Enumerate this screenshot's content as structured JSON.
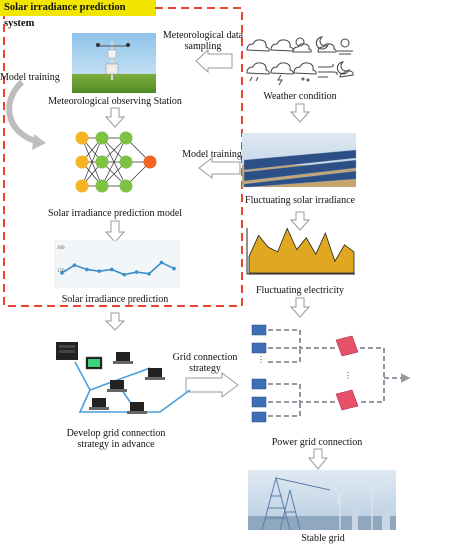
{
  "system_title": "Solar irradiance prediction system",
  "labels": {
    "meteorological_data_sampling": "Meteorological data\nsampling",
    "model_training_left": "Model training",
    "meteorological_station": "Meteorological observing Station",
    "weather_condition": "Weather condition",
    "model_training_mid": "Model training",
    "prediction_model": "Solar irradiance prediction model",
    "fluctuating_irradiance": "Fluctuating solar irradiance",
    "fluctuating_electricity": "Fluctuating electricity",
    "irradiance_prediction": "Solar irradiance prediction",
    "grid_connection_strategy": "Grid connection\nstrategy",
    "develop_strategy": "Develop grid connection\nstrategy in advance",
    "power_grid_connection": "Power grid connection",
    "stable_grid": "Stable grid"
  },
  "prediction_chart": {
    "y_ticks": [
      "300",
      "150"
    ],
    "values": [
      150,
      195,
      170,
      160,
      170,
      140,
      155,
      145,
      210,
      175
    ]
  },
  "electricity_chart": {
    "values": [
      0.35,
      0.8,
      0.55,
      0.45,
      0.95,
      0.5,
      0.75,
      0.4,
      0.85,
      0.25,
      0.6,
      0.45
    ]
  },
  "colors": {
    "title_bg": "#f2e600",
    "dashed_frame": "#e8452c",
    "neural_input": "#f5b324",
    "neural_hidden": "#7dc242",
    "neural_output": "#f26522",
    "prediction_line": "#3a8fc8",
    "electricity_fill": "#e0a820",
    "inverter": "#e8506a",
    "panel": "#3f6fb5",
    "grid_line": "#5a5a6a"
  },
  "icons": [
    "cloud-icon",
    "sun-cloud-icon",
    "moon-cloud-icon",
    "sun-haze-icon",
    "rain-icon",
    "thunder-icon",
    "snow-icon",
    "wind-icon",
    "moon-rain-icon"
  ]
}
